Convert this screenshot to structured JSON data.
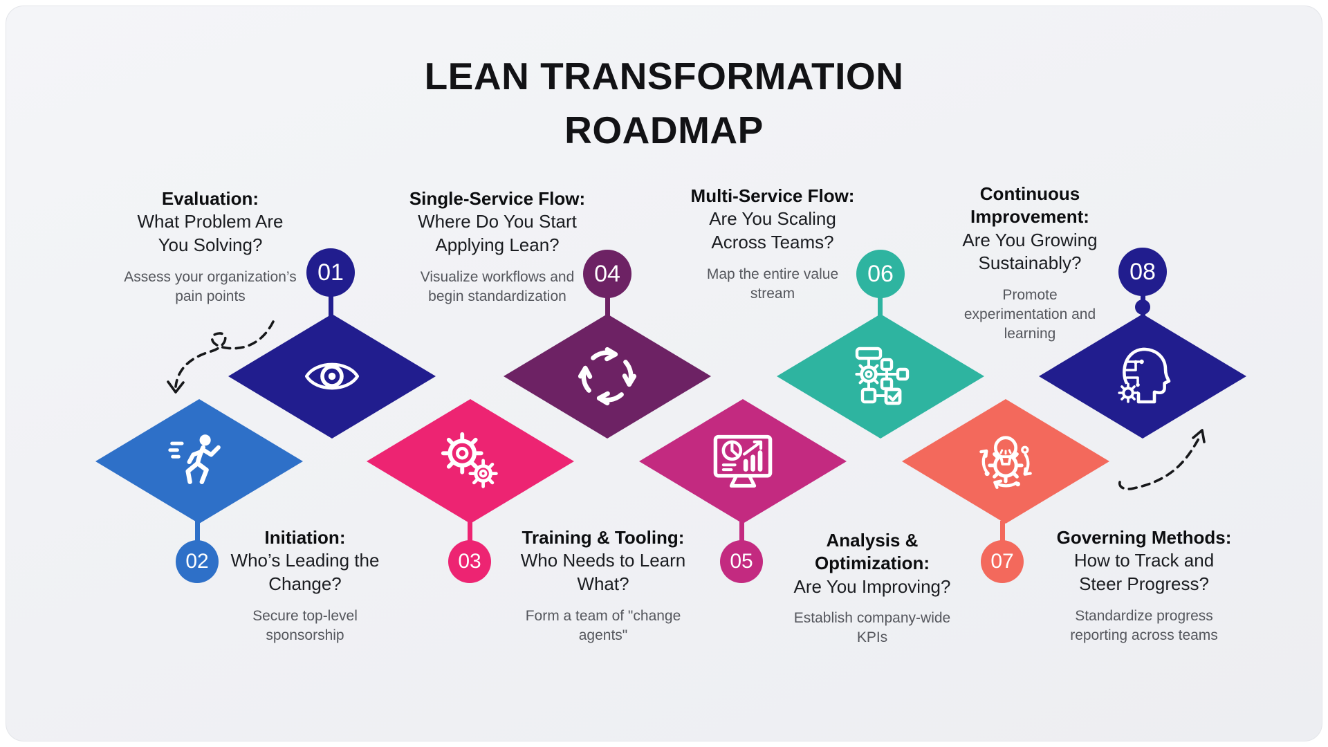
{
  "title": "LEAN TRANSFORMATION\nROADMAP",
  "colors": {
    "background": "#f1f2f5",
    "title_text": "#121215",
    "question_text": "#1a1c20",
    "description_text": "#54565c",
    "arrow": "#17181a",
    "icon": "#ffffff"
  },
  "steps": [
    {
      "number": "01",
      "position": "top",
      "color": "#211d8e",
      "icon": "eye-icon",
      "title": "Evaluation:",
      "question": "What Problem Are\nYou Solving?",
      "description": "Assess your organization’s\npain points"
    },
    {
      "number": "02",
      "position": "bottom",
      "color": "#2e70c8",
      "icon": "runner-icon",
      "title": "Initiation:",
      "question": "Who’s Leading the\nChange?",
      "description": "Secure top-level\nsponsorship"
    },
    {
      "number": "03",
      "position": "bottom",
      "color": "#ed2472",
      "icon": "gears-icon",
      "title": "Training & Tooling:",
      "question": "Who Needs to Learn\nWhat?",
      "description": "Form a team of \"change\nagents\""
    },
    {
      "number": "04",
      "position": "top",
      "color": "#6d2264",
      "icon": "sync-arrows-icon",
      "title": "Single-Service Flow:",
      "question": "Where Do You Start\nApplying Lean?",
      "description": "Visualize workflows and\nbegin standardization"
    },
    {
      "number": "05",
      "position": "bottom",
      "color": "#c32a80",
      "icon": "analytics-monitor-icon",
      "title": "Analysis &\nOptimization:",
      "question": "Are You Improving?",
      "description": "Establish company-wide\nKPIs"
    },
    {
      "number": "06",
      "position": "top",
      "color": "#2eb4a0",
      "icon": "workflow-icon",
      "title": "Multi-Service Flow:",
      "question": "Are You Scaling\nAcross Teams?",
      "description": "Map the entire value\nstream"
    },
    {
      "number": "07",
      "position": "bottom",
      "color": "#f3695c",
      "icon": "governance-gear-bulb-icon",
      "title": "Governing Methods:",
      "question": "How to Track and\nSteer Progress?",
      "description": "Standardize progress\nreporting across teams"
    },
    {
      "number": "08",
      "position": "top",
      "color": "#211d8e",
      "icon": "ai-head-icon",
      "title": "Continuous\nImprovement:",
      "question": "Are You Growing\nSustainably?",
      "description": "Promote\nexperimentation and\nlearning"
    }
  ]
}
